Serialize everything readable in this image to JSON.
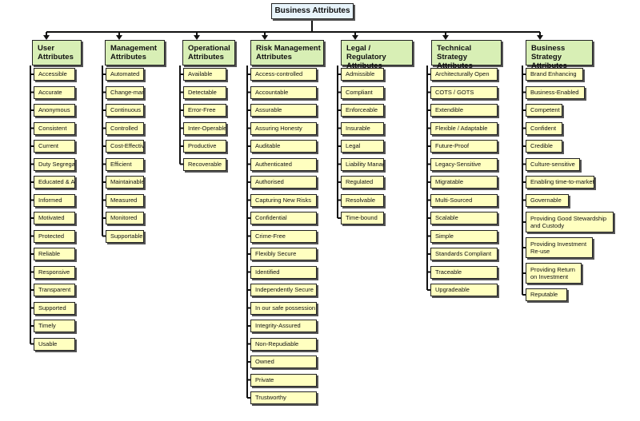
{
  "root": "Business Attributes",
  "columns": [
    {
      "key": "user",
      "header": [
        "User",
        "Attributes"
      ],
      "items": [
        "Accessible",
        "Accurate",
        "Anonymous",
        "Consistent",
        "Current",
        "Duty Segregated",
        "Educated & Aware",
        "Informed",
        "Motivated",
        "Protected",
        "Reliable",
        "Responsive",
        "Transparent",
        "Supported",
        "Timely",
        "Usable"
      ]
    },
    {
      "key": "management",
      "header": [
        "Management",
        "Attributes"
      ],
      "items": [
        "Automated",
        "Change-managed",
        "Continuous",
        "Controlled",
        "Cost-Effective",
        "Efficient",
        "Maintainable",
        "Measured",
        "Monitored",
        "Supportable"
      ]
    },
    {
      "key": "operational",
      "header": [
        "Operational",
        "Attributes"
      ],
      "items": [
        "Available",
        "Detectable",
        "Error-Free",
        "Inter-Operable",
        "Productive",
        "Recoverable"
      ]
    },
    {
      "key": "risk",
      "header": [
        "Risk Management",
        "Attributes"
      ],
      "items": [
        "Access-controlled",
        "Accountable",
        "Assurable",
        "Assuring Honesty",
        "Auditable",
        "Authenticated",
        "Authorised",
        "Capturing New Risks",
        "Confidential",
        "Crime-Free",
        "Flexibly Secure",
        "Identified",
        "Independently Secure",
        "In our safe possession",
        "Integrity-Assured",
        "Non-Repudiable",
        "Owned",
        "Private",
        "Trustworthy"
      ]
    },
    {
      "key": "legal",
      "header": [
        "Legal / Regulatory",
        "Attributes"
      ],
      "items": [
        "Admissible",
        "Compliant",
        "Enforceable",
        "Insurable",
        "Legal",
        "Liability Managed",
        "Regulated",
        "Resolvable",
        "Time-bound"
      ]
    },
    {
      "key": "technical",
      "header": [
        "Technical Strategy",
        "Attributes"
      ],
      "items": [
        "Architecturally Open",
        "COTS / GOTS",
        "Extendible",
        "Flexible / Adaptable",
        "Future-Proof",
        "Legacy-Sensitive",
        "Migratable",
        "Multi-Sourced",
        "Scalable",
        "Simple",
        "Standards Compliant",
        "Traceable",
        "Upgradeable"
      ]
    },
    {
      "key": "business",
      "header": [
        "Business Strategy",
        "Attributes"
      ],
      "items": [
        "Brand Enhancing",
        "Business-Enabled",
        "Competent",
        "Confident",
        "Credible",
        "Culture-sensitive",
        "Enabling time-to-market",
        "Governable",
        [
          "Providing Good Stewardship",
          "and Custody"
        ],
        [
          "Providing Investment",
          "Re-use"
        ],
        [
          "Providing Return",
          "on Investment"
        ],
        "Reputable"
      ]
    }
  ]
}
